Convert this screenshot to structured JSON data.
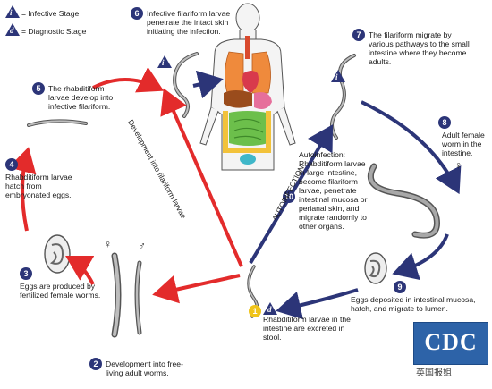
{
  "legend": {
    "infective_symbol": "i",
    "infective_label": "= Infective Stage",
    "diagnostic_symbol": "d",
    "diagnostic_label": "= Diagnostic Stage"
  },
  "steps": [
    {
      "num": "1",
      "text": "Rhabditiform larvae in the intestine are excreted in stool."
    },
    {
      "num": "2",
      "text": "Development into free-living adult worms."
    },
    {
      "num": "3",
      "text": "Eggs are produced by fertilized female worms."
    },
    {
      "num": "4",
      "text": "Rhabditiform larvae hatch from embryonated eggs."
    },
    {
      "num": "5",
      "text": "The rhabditiform larvae develop into infective filariform."
    },
    {
      "num": "6",
      "text": "Infective filariform larvae penetrate the intact skin initiating the infection."
    },
    {
      "num": "7",
      "text": "The filariform migrate by various pathways to the small intestine where they become adults."
    },
    {
      "num": "8",
      "text": "Adult female worm in the intestine."
    },
    {
      "num": "9",
      "text": "Eggs deposited in intestinal mucosa, hatch, and migrate to lumen."
    },
    {
      "num": "10",
      "text": "Autoinfection: Rhabditiform larvae in large intestine, become filariform larvae, penetrate intestinal mucosa or perianal skin, and migrate randomly to other organs."
    }
  ],
  "rotated": {
    "development": "Development into filariform larvae",
    "autoinfection": "AUTOINFECTION"
  },
  "symbols": {
    "female": "♀",
    "male": "♂"
  },
  "logo": "CDC",
  "watermark": "英国报姐",
  "colors": {
    "red_arrow": "#e32b2b",
    "blue_arrow": "#2c3578",
    "marker": "#2c3578",
    "d_marker": "#f0c419"
  }
}
